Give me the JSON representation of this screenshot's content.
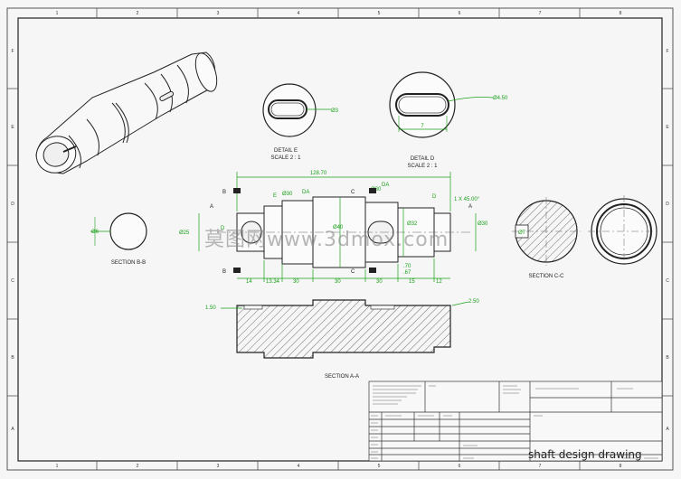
{
  "border": {
    "top_numbers": [
      "1",
      "2",
      "3",
      "4",
      "5",
      "6",
      "7",
      "8"
    ],
    "bottom_numbers": [
      "1",
      "2",
      "3",
      "4",
      "5",
      "6",
      "7",
      "8"
    ],
    "side_letters": [
      "F",
      "E",
      "D",
      "C",
      "B",
      "A"
    ]
  },
  "details": {
    "detail_e": {
      "title": "DETAIL E",
      "scale": "SCALE 2 : 1",
      "dim": "Ø3"
    },
    "detail_d": {
      "title": "DETAIL D",
      "scale": "SCALE 2 : 1",
      "dim": "Ø4.50",
      "dim2": "7"
    }
  },
  "section_b": {
    "label": "SECTION B-B",
    "dim": "Ø6"
  },
  "section_c": {
    "label": "SECTION C-C",
    "dim": "Ø7"
  },
  "section_a": {
    "label": "SECTION A-A",
    "dim_left": "1.50",
    "dim_right": "2.50"
  },
  "main_view": {
    "overall_length": "128.70",
    "dia_left": "Ø25",
    "dia_center": "Ø40",
    "dia_right": "Ø32",
    "dia_end": "Ø30",
    "dia_30_left": "Ø30",
    "dia_30_right": "Ø30",
    "datum_d": "D",
    "datum_e": "E",
    "section_b": "B",
    "section_c": "C",
    "section_a": "A",
    "chamfer": "1 X 45.00°",
    "label_da": "DA",
    "lengths": [
      "14",
      "13.34",
      "30",
      "30",
      "30",
      "15",
      "12"
    ],
    "small_dims": [
      ".70",
      ".67"
    ]
  },
  "watermark": "莫图网www.3dmox.com",
  "title_block": {
    "drawing_title": "shaft design drawing"
  }
}
